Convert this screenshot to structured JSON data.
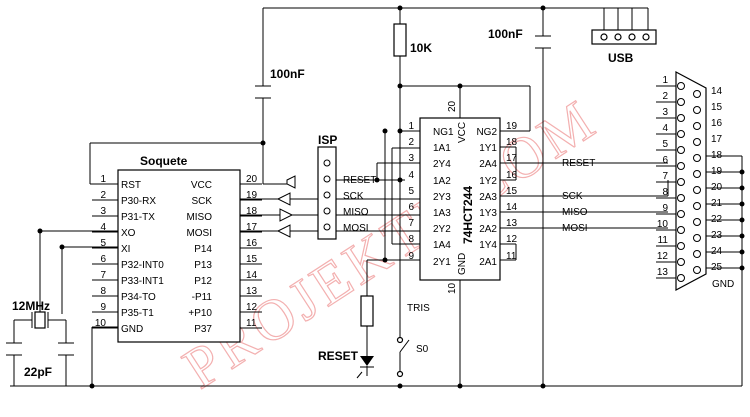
{
  "watermark": "PROJEKTE.COM",
  "socket": {
    "title": "Soquete",
    "left_pins": [
      {
        "num": "1",
        "name": "RST"
      },
      {
        "num": "2",
        "name": "P30-RX"
      },
      {
        "num": "3",
        "name": "P31-TX"
      },
      {
        "num": "4",
        "name": "XO"
      },
      {
        "num": "5",
        "name": "XI"
      },
      {
        "num": "6",
        "name": "P32-INT0"
      },
      {
        "num": "7",
        "name": "P33-INT1"
      },
      {
        "num": "8",
        "name": "P34-TO"
      },
      {
        "num": "9",
        "name": "P35-T1"
      },
      {
        "num": "10",
        "name": "GND"
      }
    ],
    "right_pins": [
      {
        "num": "20",
        "name": "VCC"
      },
      {
        "num": "19",
        "name": "SCK"
      },
      {
        "num": "18",
        "name": "MISO"
      },
      {
        "num": "17",
        "name": "MOSI"
      },
      {
        "num": "16",
        "name": "P14"
      },
      {
        "num": "15",
        "name": "P13"
      },
      {
        "num": "14",
        "name": "P12"
      },
      {
        "num": "13",
        "name": "-P11"
      },
      {
        "num": "12",
        "name": "+P10"
      },
      {
        "num": "11",
        "name": "P37"
      }
    ]
  },
  "buffer": {
    "title": "74HCT244",
    "vcc_label": "VCC",
    "vcc_num": "20",
    "gnd_label": "GND",
    "gnd_num": "10",
    "left_pins": [
      {
        "num": "1",
        "name": "NG1"
      },
      {
        "num": "2",
        "name": "1A1"
      },
      {
        "num": "3",
        "name": "2Y4"
      },
      {
        "num": "4",
        "name": "1A2"
      },
      {
        "num": "5",
        "name": "2Y3"
      },
      {
        "num": "6",
        "name": "1A3"
      },
      {
        "num": "7",
        "name": "2Y2"
      },
      {
        "num": "8",
        "name": "1A4"
      },
      {
        "num": "9",
        "name": "2Y1"
      }
    ],
    "right_pins": [
      {
        "num": "19",
        "name": "NG2"
      },
      {
        "num": "18",
        "name": "1Y1"
      },
      {
        "num": "17",
        "name": "2A4"
      },
      {
        "num": "16",
        "name": "1Y2"
      },
      {
        "num": "15",
        "name": "2A3"
      },
      {
        "num": "14",
        "name": "1Y3"
      },
      {
        "num": "13",
        "name": "2A2"
      },
      {
        "num": "12",
        "name": "1Y4"
      },
      {
        "num": "11",
        "name": "2A1"
      }
    ]
  },
  "isp": {
    "title": "ISP",
    "signals": [
      "RESET",
      "SCK",
      "MISO",
      "MOSI"
    ]
  },
  "db25": {
    "top_pins": [
      "1",
      "2",
      "3",
      "4",
      "5",
      "6",
      "7",
      "8",
      "9",
      "10",
      "11",
      "12",
      "13"
    ],
    "bottom_pins": [
      "14",
      "15",
      "16",
      "17",
      "18",
      "19",
      "20",
      "21",
      "22",
      "23",
      "24",
      "25"
    ],
    "gnd_label": "GND"
  },
  "bus_labels": {
    "reset": "RESET",
    "sck": "SCK",
    "miso": "MISO",
    "mosi": "MOSI"
  },
  "components": {
    "cap_top_left": "100nF",
    "cap_top_right": "100nF",
    "resistor": "10K",
    "usb": "USB",
    "crystal": "12MHz",
    "load_caps": "22pF",
    "reset_led": "RESET",
    "tris": "TRIS",
    "switch": "S0"
  }
}
